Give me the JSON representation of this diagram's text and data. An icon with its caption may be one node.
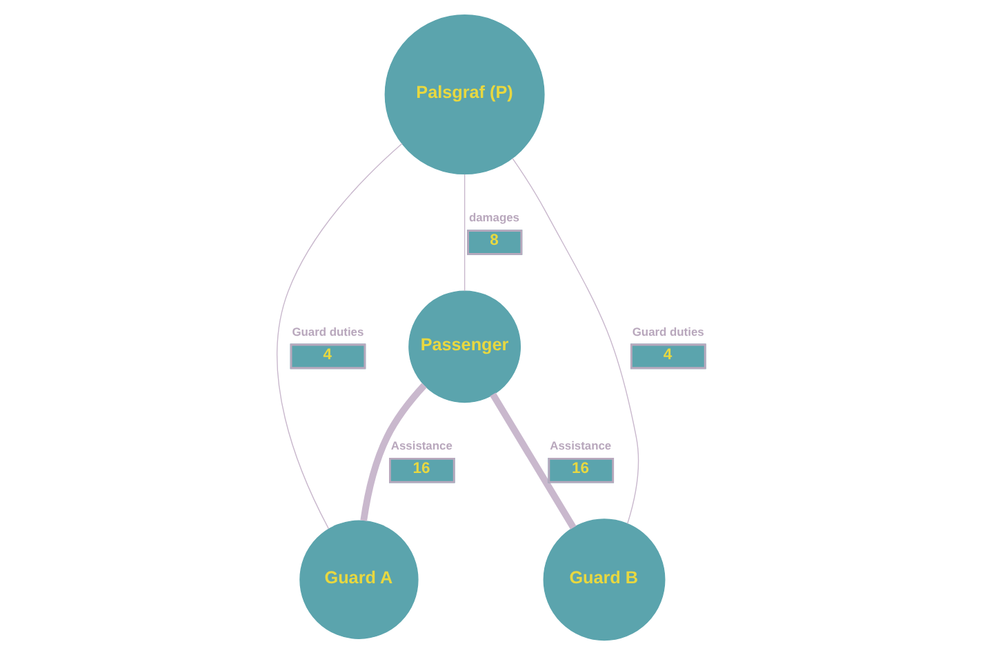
{
  "diagram": {
    "nodes": [
      {
        "text": [
          "Palsgraf (P)"
        ]
      },
      {
        "text": [
          "Guard A"
        ]
      },
      {
        "text": [
          "Passenger"
        ]
      },
      {
        "text": [
          "Guard B"
        ]
      }
    ],
    "edges": [
      {
        "from": 0,
        "to": 1,
        "arrow": "none",
        "label": "Guard duties"
      },
      {
        "from": 0,
        "to": 2,
        "arrow": "none",
        "label": "damages"
      },
      {
        "from": 0,
        "to": 3,
        "arrow": "none",
        "label": "Guard duties"
      },
      {
        "from": 2,
        "to": 1,
        "arrow": "none",
        "label": "Assistance",
        "style": "thick"
      },
      {
        "from": 2,
        "to": 3,
        "arrow": "none",
        "label": "Assistance",
        "style": "thick"
      }
    ],
    "labels": [
      "4",
      "8",
      "16",
      "4",
      "16"
    ]
  }
}
